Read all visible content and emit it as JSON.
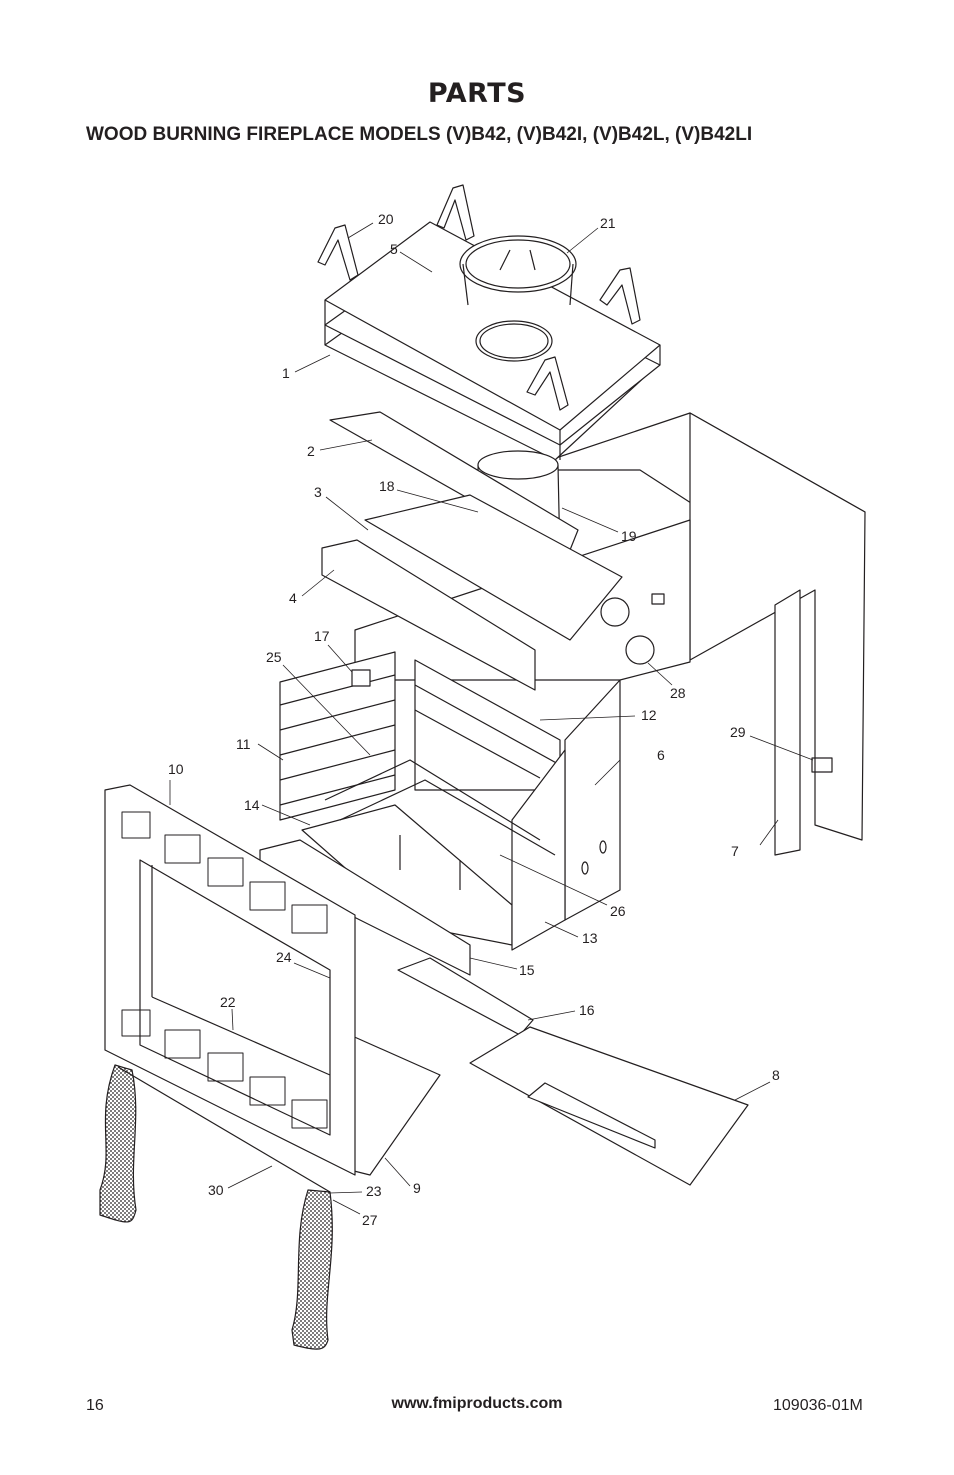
{
  "header": {
    "title": "PARTS",
    "subtitle": "WOOD BURNING FIREPLACE MODELS (V)B42, (V)B42I, (V)B42L, (V)B42LI"
  },
  "diagram": {
    "callouts": [
      "1",
      "2",
      "3",
      "4",
      "5",
      "6",
      "7",
      "8",
      "9",
      "10",
      "11",
      "12",
      "13",
      "14",
      "15",
      "16",
      "17",
      "18",
      "19",
      "20",
      "21",
      "22",
      "23",
      "24",
      "25",
      "26",
      "27",
      "28",
      "29",
      "30"
    ]
  },
  "footer": {
    "page_number": "16",
    "website": "www.fmiproducts.com",
    "doc_number": "109036-01M"
  }
}
